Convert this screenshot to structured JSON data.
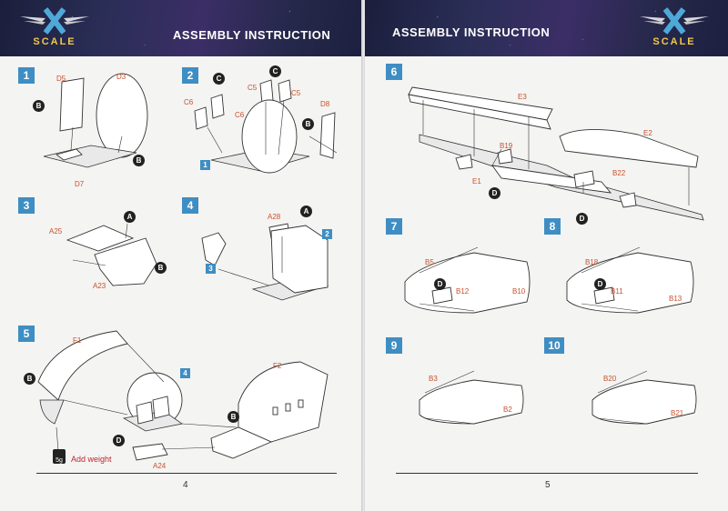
{
  "left_page": {
    "header_title": "ASSEMBLY INSTRUCTION",
    "logo_text": "SCALE",
    "page_number": "4",
    "steps": [
      {
        "number": "1",
        "labels": [
          "D5",
          "D3",
          "D7"
        ],
        "callouts": [
          "B",
          "B"
        ]
      },
      {
        "number": "2",
        "labels": [
          "C6",
          "C6",
          "C5",
          "C5",
          "D8"
        ],
        "callouts": [
          "C",
          "C",
          "B"
        ],
        "refs": [
          "1"
        ]
      },
      {
        "number": "3",
        "labels": [
          "A25",
          "A23"
        ],
        "callouts": [
          "A",
          "B"
        ]
      },
      {
        "number": "4",
        "labels": [
          "A28"
        ],
        "callouts": [
          "A"
        ],
        "refs": [
          "2",
          "3"
        ]
      },
      {
        "number": "5",
        "labels": [
          "F1",
          "F2",
          "A24"
        ],
        "callouts": [
          "B",
          "B",
          "D"
        ],
        "refs": [
          "4"
        ],
        "weight_badge": "5g",
        "weight_note": "Add weight"
      }
    ]
  },
  "right_page": {
    "header_title": "ASSEMBLY INSTRUCTION",
    "logo_text": "SCALE",
    "page_number": "5",
    "steps": [
      {
        "number": "6",
        "labels": [
          "E3",
          "E2",
          "B19",
          "B22",
          "E1"
        ],
        "callouts": [
          "D",
          "D"
        ]
      },
      {
        "number": "7",
        "labels": [
          "B5",
          "B12",
          "B10"
        ],
        "callouts": [
          "D"
        ]
      },
      {
        "number": "8",
        "labels": [
          "B18",
          "B11",
          "B13"
        ],
        "callouts": [
          "D"
        ]
      },
      {
        "number": "9",
        "labels": [
          "B3",
          "B2"
        ]
      },
      {
        "number": "10",
        "labels": [
          "B20",
          "B21"
        ]
      }
    ]
  }
}
